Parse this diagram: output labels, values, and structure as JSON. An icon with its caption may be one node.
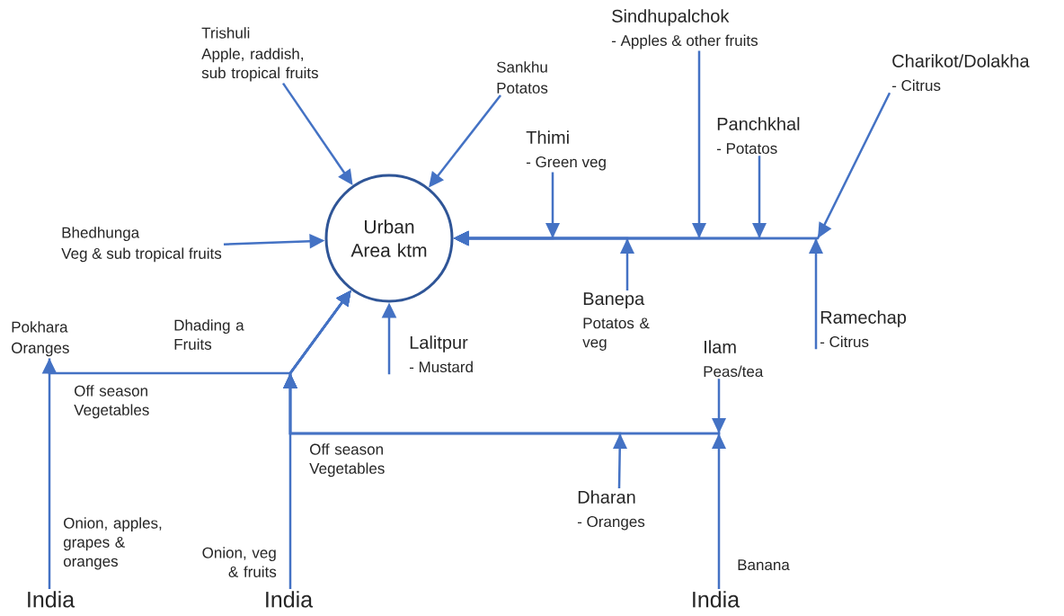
{
  "diagram": {
    "nodes": [
      {
        "text": [
          "Urban Area ktm"
        ]
      },
      {
        "text": [
          "Trishuli",
          "Apple, raddish, sub tropical fruits"
        ]
      },
      {
        "text": [
          "Sankhu",
          "Potatos"
        ]
      },
      {
        "text": [
          "Bhedhunga",
          "Veg & sub tropical fruits"
        ]
      },
      {
        "text": [
          "Thimi",
          "- Green veg"
        ]
      },
      {
        "text": [
          "Sindhupalchok",
          "- Apples & other fruits"
        ]
      },
      {
        "text": [
          "Panchkhal",
          "- Potatos"
        ]
      },
      {
        "text": [
          "Charikot/Dolakha",
          "- Citrus"
        ]
      },
      {
        "text": [
          "Banepa",
          "Potatos & veg"
        ]
      },
      {
        "text": [
          "Ramechap",
          "- Citrus"
        ]
      },
      {
        "text": [
          "Lalitpur",
          "- Mustard"
        ]
      },
      {
        "text": [
          "Pokhara",
          "Oranges"
        ]
      },
      {
        "text": [
          "Ilam",
          "Peas/tea"
        ]
      },
      {
        "text": [
          "Dharan",
          "- Oranges"
        ]
      },
      {
        "text": [
          "India"
        ]
      },
      {
        "text": [
          "India"
        ]
      },
      {
        "text": [
          "India"
        ]
      }
    ],
    "edges": [
      {
        "from": 1,
        "to": 0,
        "arrow": "to"
      },
      {
        "from": 2,
        "to": 0,
        "arrow": "to"
      },
      {
        "from": 3,
        "to": 0,
        "arrow": "to"
      },
      {
        "from": 4,
        "to": 0,
        "arrow": "to"
      },
      {
        "from": 5,
        "to": 0,
        "arrow": "to"
      },
      {
        "from": 6,
        "to": 0,
        "arrow": "to"
      },
      {
        "from": 7,
        "to": 0,
        "arrow": "to"
      },
      {
        "from": 8,
        "to": 0,
        "arrow": "to"
      },
      {
        "from": 9,
        "to": 0,
        "arrow": "to"
      },
      {
        "from": 10,
        "to": 0,
        "arrow": "to"
      },
      {
        "from": 14,
        "to": 11,
        "arrow": "to",
        "label": "Onion, apples, grapes & oranges"
      },
      {
        "from": 11,
        "to": 0,
        "arrow": "to",
        "label": "Off season Vegetables"
      },
      {
        "from": 15,
        "to": 0,
        "arrow": "to",
        "label": "Onion, veg & fruits"
      },
      {
        "from": 12,
        "to": 0,
        "arrow": "to",
        "label": "Off season Vegetables"
      },
      {
        "from": 13,
        "to": 0,
        "arrow": "to"
      },
      {
        "from": 16,
        "to": 0,
        "arrow": "to",
        "label": "Banana"
      }
    ],
    "labels": [
      "Dhading a Fruits"
    ]
  }
}
